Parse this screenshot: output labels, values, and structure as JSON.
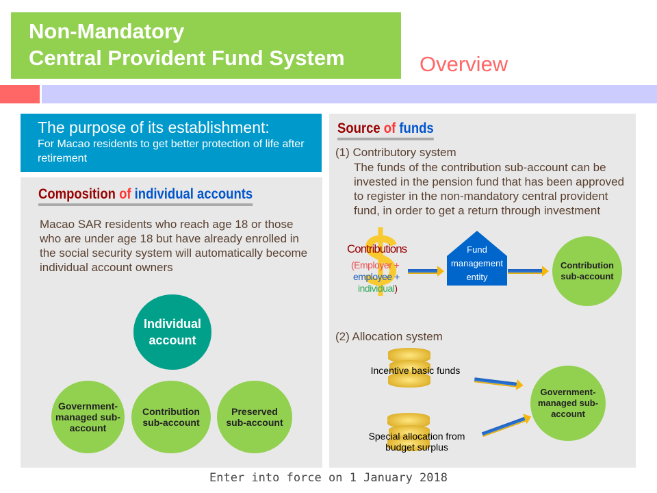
{
  "title": {
    "line1": "Non-Mandatory",
    "line2": "Central Provident Fund System",
    "subtitle": "Overview"
  },
  "purpose": {
    "heading": "The purpose of its establishment:",
    "text": "For Macao residents to get better protection of life after retirement"
  },
  "composition": {
    "heading_a": "Composition",
    "heading_of": "of",
    "heading_b": "individual accounts",
    "text": "Macao SAR residents who reach age 18 or those who are under age 18 but have already enrolled in the social security system will automatically become individual account owners",
    "root": "Individual account",
    "children": [
      "Government-managed sub-account",
      "Contribution sub-account",
      "Preserved sub-account"
    ]
  },
  "sources": {
    "heading_a": "Source",
    "heading_of": "of",
    "heading_b": "funds",
    "contributory": {
      "label": "(1) Contributory system",
      "text": "The funds of the contribution sub-account can be invested in the pension fund that has been approved to register in the non-mandatory central provident fund, in order to get a return through investment",
      "contributions": "Contributions",
      "employer": "(Employer +",
      "employee": "employee +",
      "individual": "individual",
      "close": ")",
      "entity": "Fund management entity",
      "target": "Contribution sub-account"
    },
    "allocation": {
      "label": "(2) Allocation system",
      "source1": "Incentive basic funds",
      "source2": "Special allocation from budget surplus",
      "target": "Government-managed sub-account"
    }
  },
  "footer": "Enter into force on 1 January 2018"
}
